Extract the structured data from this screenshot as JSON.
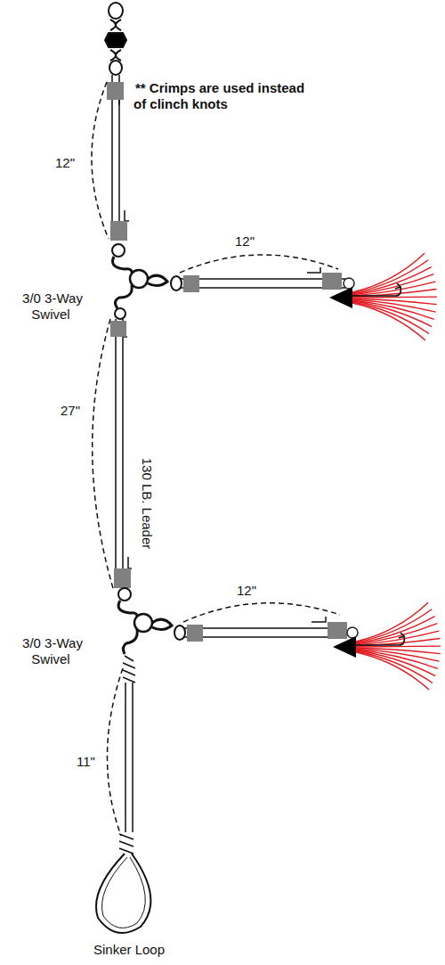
{
  "diagram": {
    "labels": [
      "** Crimps are used instead of clinch knots",
      "12\"",
      "12\"",
      "3/0 3-Way Swivel",
      "27\"",
      "130 LB. Leader",
      "3/0 3-Way Swivel",
      "12\"",
      "11\"",
      "Sinker Loop"
    ]
  }
}
